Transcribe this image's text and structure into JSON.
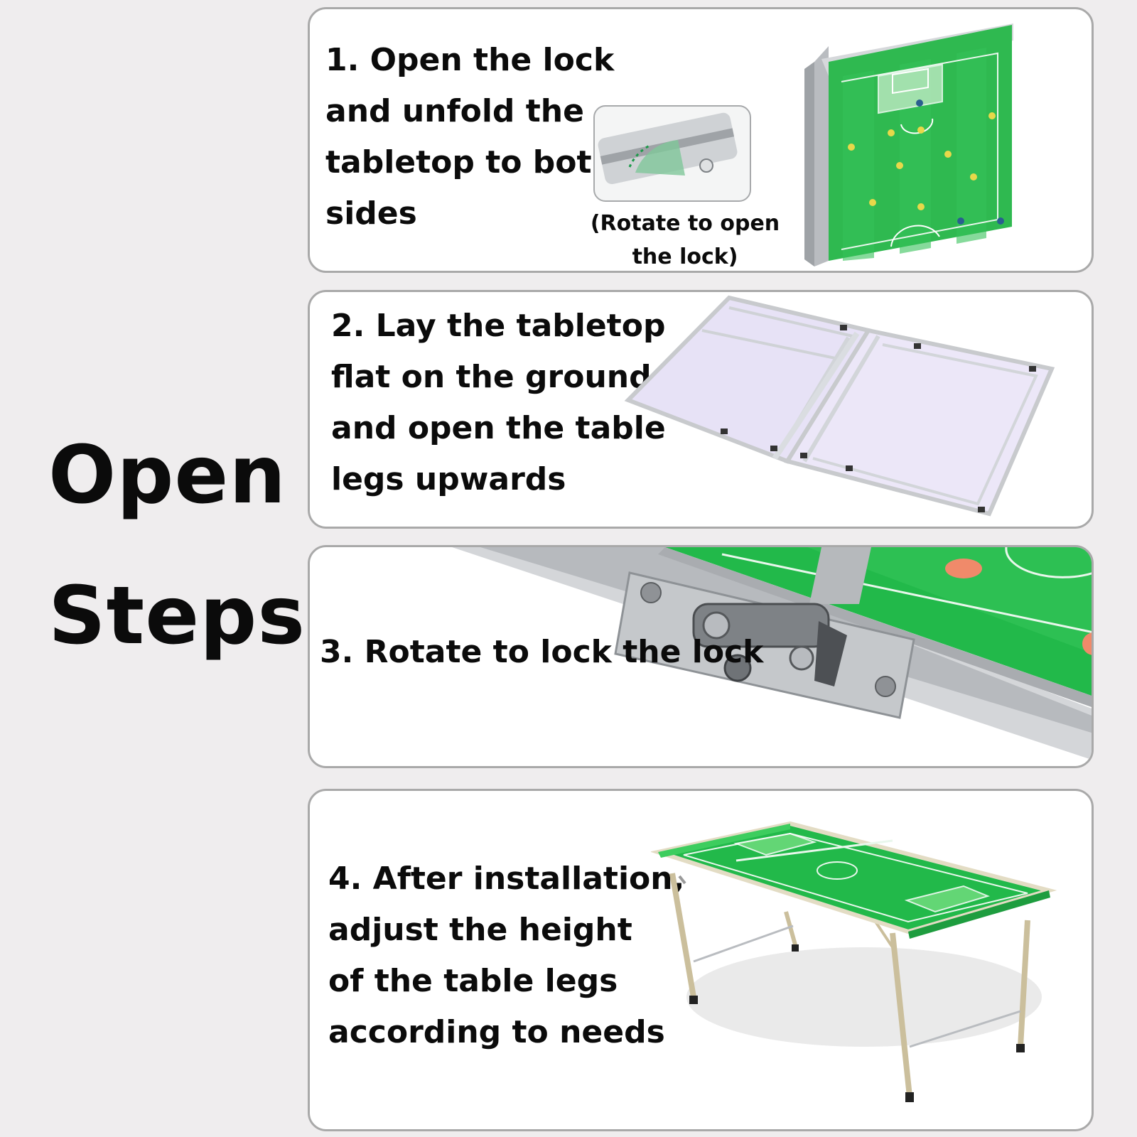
{
  "side_title": {
    "line1": "Open",
    "line2": "Steps"
  },
  "steps": [
    {
      "lines": [
        "1. Open the lock",
        "and unfold the",
        "tabletop to both",
        "sides"
      ],
      "caption": [
        "(Rotate to open",
        "the lock)"
      ]
    },
    {
      "lines": [
        "2. Lay the tabletop",
        "flat on the ground",
        "and open the table",
        "legs upwards"
      ]
    },
    {
      "lines": [
        "3. Rotate to lock the lock"
      ]
    },
    {
      "lines": [
        "4. After installation,",
        "adjust the height",
        "of the table legs",
        "according to needs"
      ]
    }
  ],
  "colors": {
    "background": "#efedee",
    "card": "#ffffff",
    "card_border": "#a9a9a9",
    "pitch_green": "#22b94a",
    "pitch_light": "#6fdc7d",
    "aluminum": "#c8cacd",
    "tabletop_underside": "#e7e2f6"
  }
}
